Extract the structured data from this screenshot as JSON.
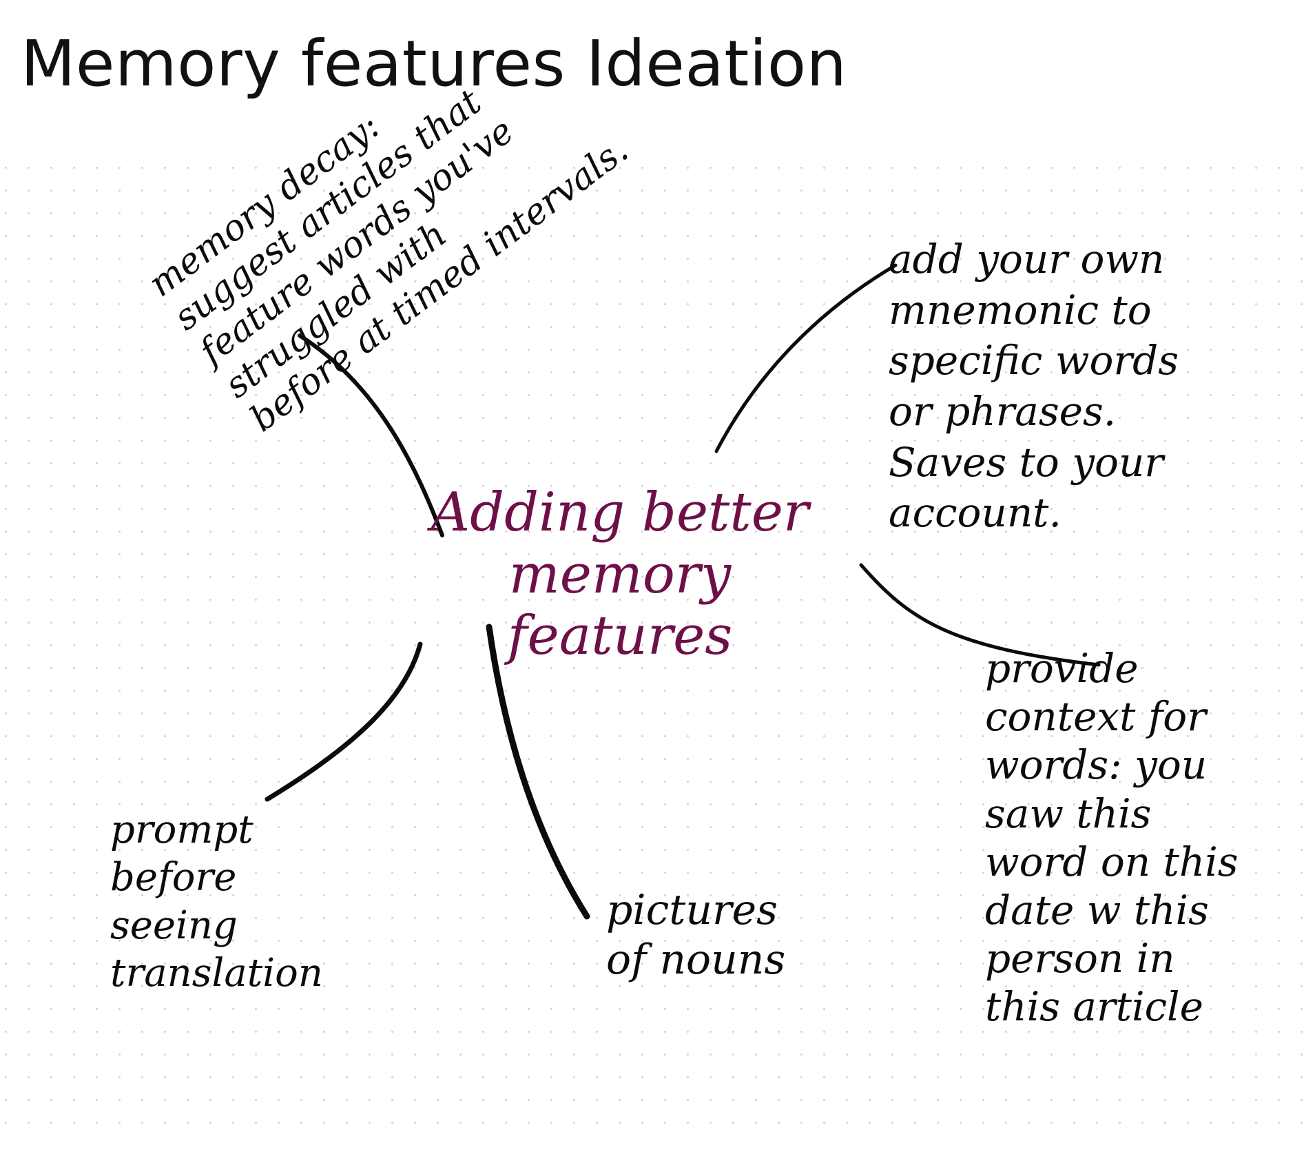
{
  "page": {
    "title": "Memory features Ideation"
  },
  "mindmap": {
    "central": "Adding better\nmemory features",
    "branches": {
      "decay": "memory decay:\nsuggest articles that\nfeature words you've\nstruggled with\nbefore at timed intervals.",
      "mnemonic": "add your own\nmnemonic to\nspecific words\nor phrases.\nSaves to your\naccount.",
      "context": "provide\ncontext for\nwords: you\nsaw this\nword on this\ndate w this\nperson in\nthis article",
      "prompt": "prompt\nbefore\nseeing\ntranslation",
      "pictures": "pictures\nof nouns"
    }
  },
  "colors": {
    "ink": "#0b0b0b",
    "central_ink": "#6e1048",
    "grid_dot": "#d2d2d2",
    "background": "#ffffff"
  }
}
